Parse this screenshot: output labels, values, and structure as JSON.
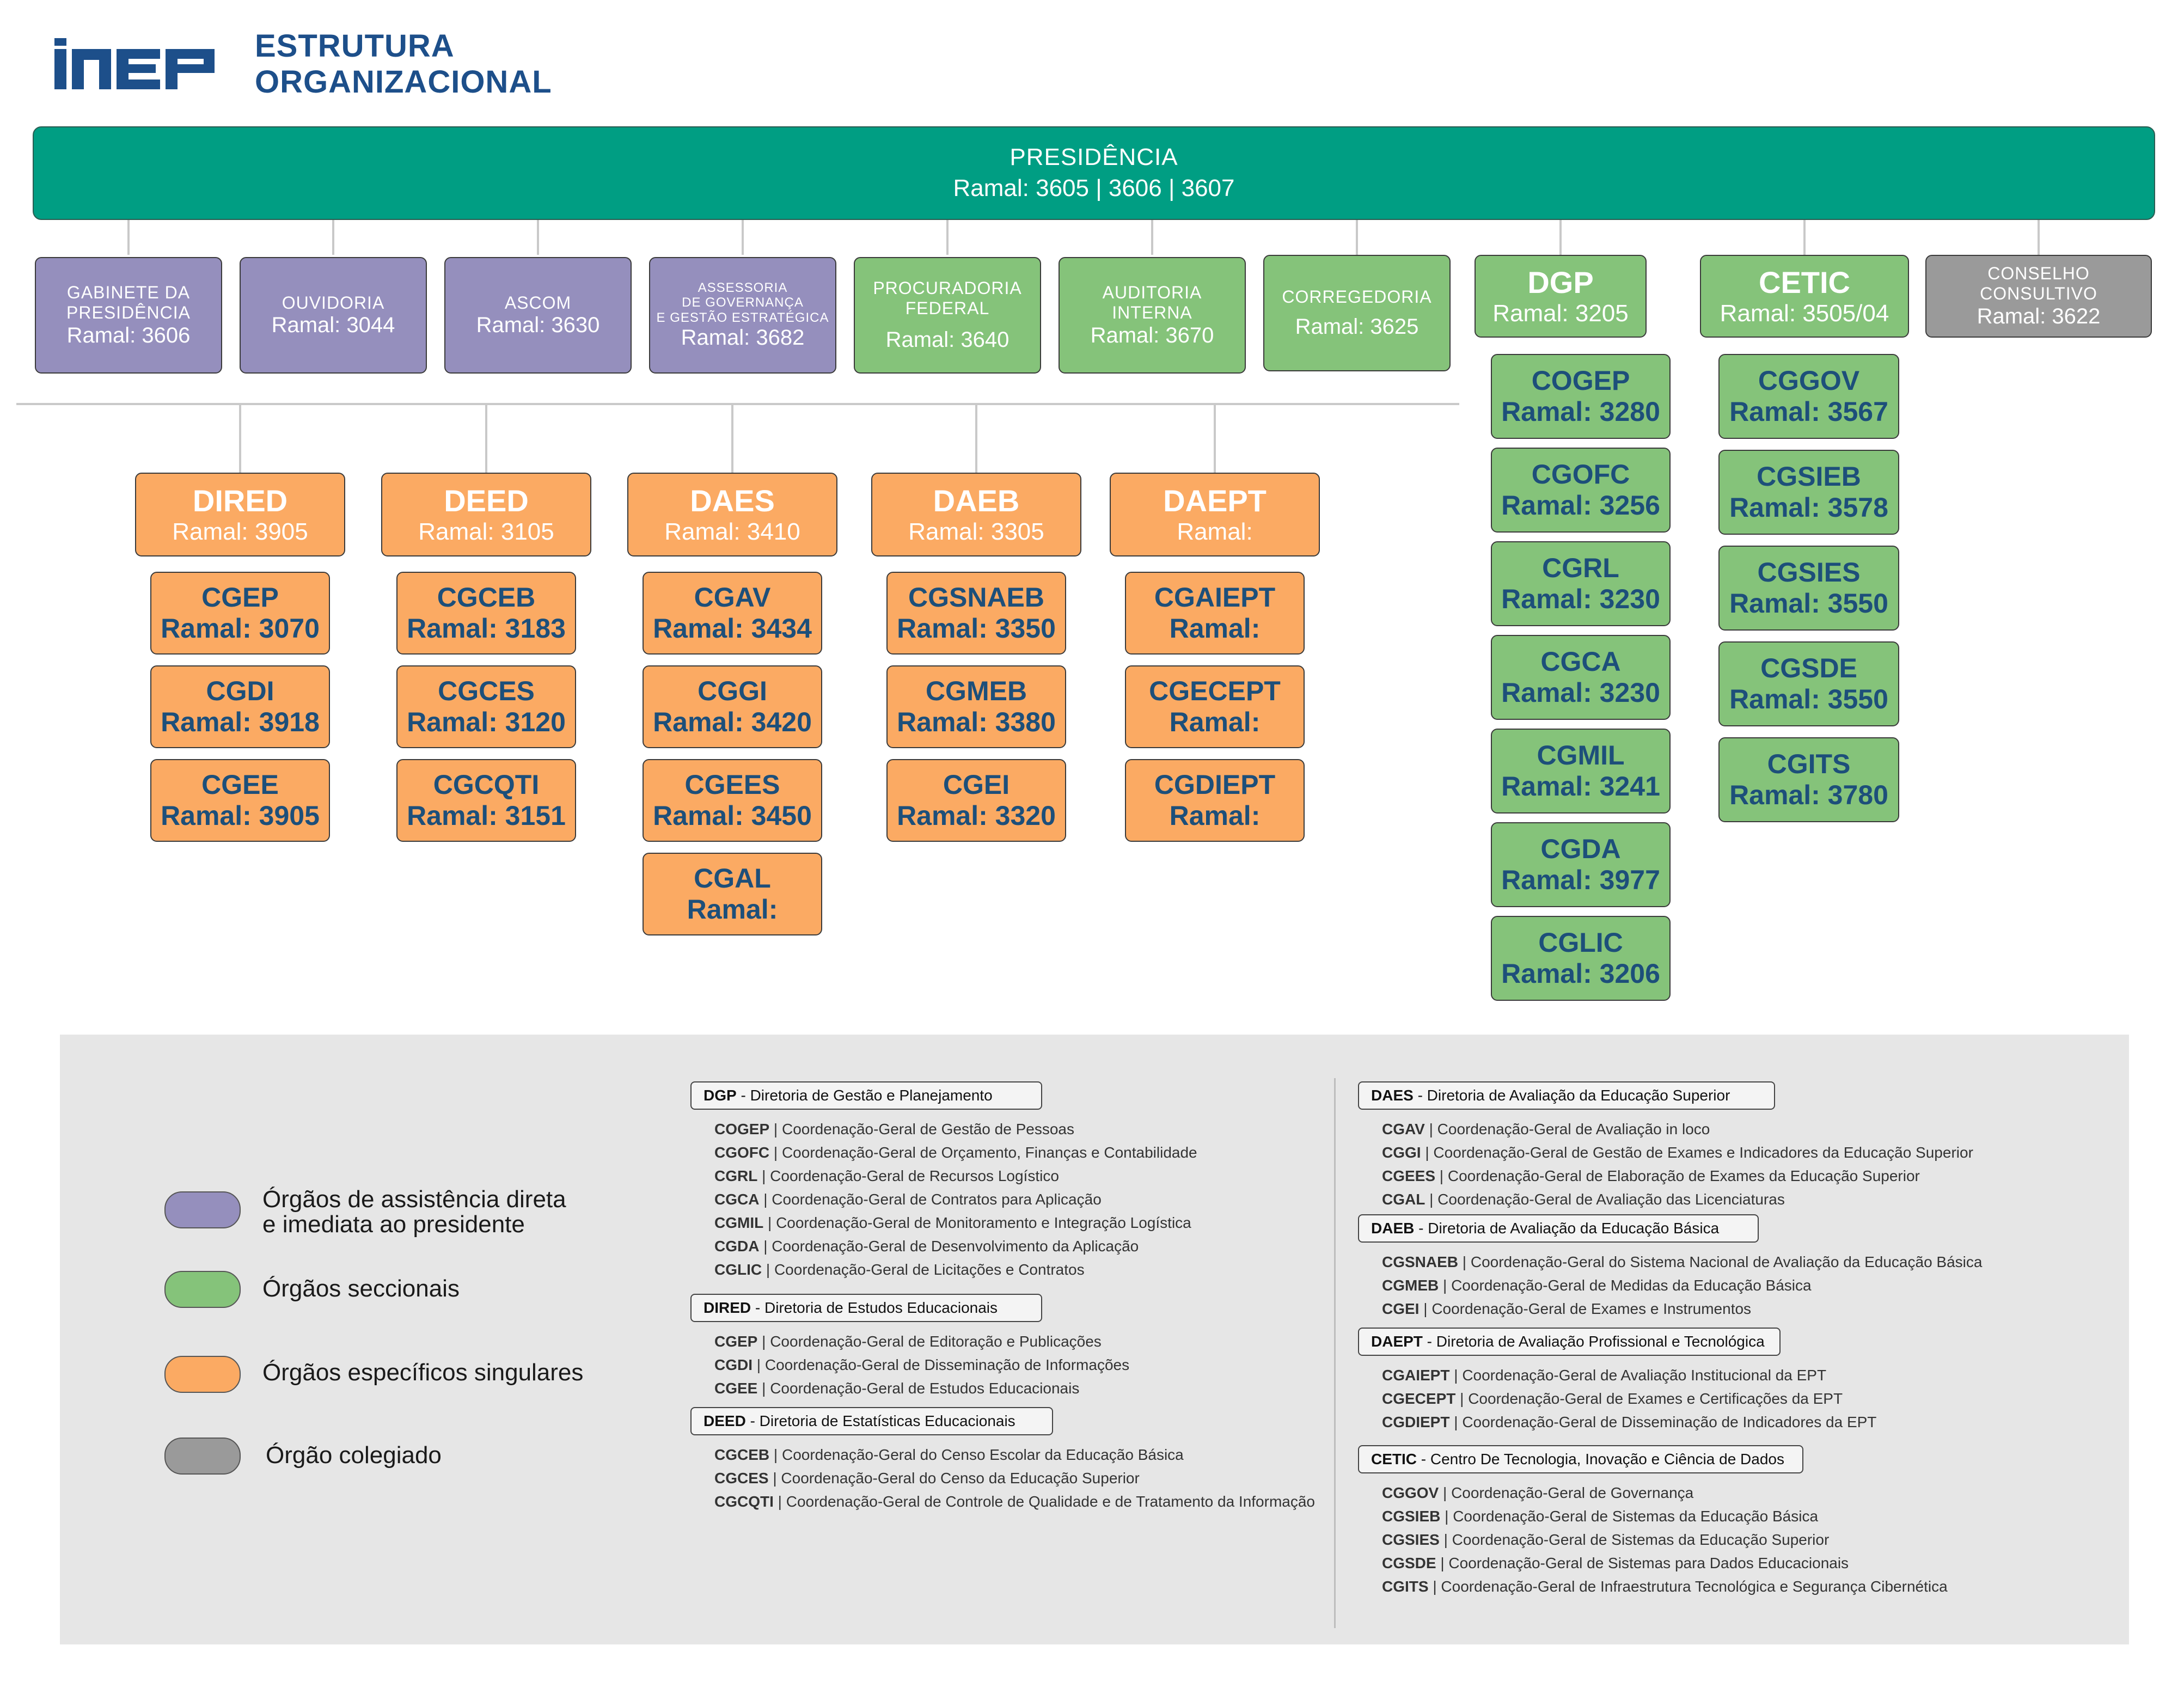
{
  "header": {
    "logo_text": "INEP",
    "title_line1": "ESTRUTURA",
    "title_line2": "ORGANIZACIONAL"
  },
  "colors": {
    "presidencia": "#009e83",
    "assistencia": "#958fbd",
    "seccionais": "#85c37a",
    "especificos": "#fbaa63",
    "colegiado": "#9a9a9a",
    "brand_blue": "#1d4f8a"
  },
  "presidencia": {
    "name": "PRESIDÊNCIA",
    "ramal": "Ramal: 3605 | 3606 | 3607"
  },
  "top_units": [
    {
      "lines": [
        "GABINETE DA",
        "PRESIDÊNCIA"
      ],
      "ramal": "Ramal: 3606"
    },
    {
      "lines": [
        "OUVIDORIA"
      ],
      "ramal": "Ramal: 3044"
    },
    {
      "lines": [
        "ASCOM"
      ],
      "ramal": "Ramal: 3630"
    },
    {
      "lines": [
        "ASSESSORIA",
        "DE GOVERNANÇA",
        "E GESTÃO ESTRATÉGICA"
      ],
      "ramal": "Ramal: 3682"
    },
    {
      "lines": [
        "PROCURADORIA",
        "FEDERAL"
      ],
      "ramal": "Ramal: 3640"
    },
    {
      "lines": [
        "AUDITORIA",
        "INTERNA"
      ],
      "ramal": "Ramal: 3670"
    },
    {
      "lines": [
        "CORREGEDORIA"
      ],
      "ramal": "Ramal: 3625"
    },
    {
      "lines": [
        "DGP"
      ],
      "ramal": "Ramal: 3205"
    },
    {
      "lines": [
        "CETIC"
      ],
      "ramal": "Ramal: 3505/04"
    },
    {
      "lines": [
        "CONSELHO",
        "CONSULTIVO"
      ],
      "ramal": "Ramal: 3622"
    }
  ],
  "directorates": [
    {
      "name": "DIRED",
      "ramal": "Ramal: 3905",
      "subs": [
        {
          "name": "CGEP",
          "ramal": "Ramal: 3070"
        },
        {
          "name": "CGDI",
          "ramal": "Ramal: 3918"
        },
        {
          "name": "CGEE",
          "ramal": "Ramal: 3905"
        }
      ]
    },
    {
      "name": "DEED",
      "ramal": "Ramal: 3105",
      "subs": [
        {
          "name": "CGCEB",
          "ramal": "Ramal: 3183"
        },
        {
          "name": "CGCES",
          "ramal": "Ramal: 3120"
        },
        {
          "name": "CGCQTI",
          "ramal": "Ramal: 3151"
        }
      ]
    },
    {
      "name": "DAES",
      "ramal": "Ramal: 3410",
      "subs": [
        {
          "name": "CGAV",
          "ramal": "Ramal: 3434"
        },
        {
          "name": "CGGI",
          "ramal": "Ramal: 3420"
        },
        {
          "name": "CGEES",
          "ramal": "Ramal: 3450"
        },
        {
          "name": "CGAL",
          "ramal": "Ramal:"
        }
      ]
    },
    {
      "name": "DAEB",
      "ramal": "Ramal: 3305",
      "subs": [
        {
          "name": "CGSNAEB",
          "ramal": "Ramal: 3350"
        },
        {
          "name": "CGMEB",
          "ramal": "Ramal: 3380"
        },
        {
          "name": "CGEI",
          "ramal": "Ramal: 3320"
        }
      ]
    },
    {
      "name": "DAEPT",
      "ramal": "Ramal:",
      "subs": [
        {
          "name": "CGAIEPT",
          "ramal": "Ramal:"
        },
        {
          "name": "CGECEPT",
          "ramal": "Ramal:"
        },
        {
          "name": "CGDIEPT",
          "ramal": "Ramal:"
        }
      ]
    }
  ],
  "dgp_subs": [
    {
      "name": "COGEP",
      "ramal": "Ramal: 3280"
    },
    {
      "name": "CGOFC",
      "ramal": "Ramal: 3256"
    },
    {
      "name": "CGRL",
      "ramal": "Ramal: 3230"
    },
    {
      "name": "CGCA",
      "ramal": "Ramal: 3230"
    },
    {
      "name": "CGMIL",
      "ramal": "Ramal: 3241"
    },
    {
      "name": "CGDA",
      "ramal": "Ramal: 3977"
    },
    {
      "name": "CGLIC",
      "ramal": "Ramal: 3206"
    }
  ],
  "cetic_subs": [
    {
      "name": "CGGOV",
      "ramal": "Ramal: 3567"
    },
    {
      "name": "CGSIEB",
      "ramal": "Ramal: 3578"
    },
    {
      "name": "CGSIES",
      "ramal": "Ramal: 3550"
    },
    {
      "name": "CGSDE",
      "ramal": "Ramal: 3550"
    },
    {
      "name": "CGITS",
      "ramal": "Ramal: 3780"
    }
  ],
  "legend": [
    {
      "color": "#958fbd",
      "lines": [
        "Órgãos de assistência direta",
        "e imediata ao presidente"
      ]
    },
    {
      "color": "#85c37a",
      "lines": [
        "Órgãos seccionais"
      ]
    },
    {
      "color": "#fbaa63",
      "lines": [
        "Órgãos específicos singulares"
      ]
    },
    {
      "color": "#9a9a9a",
      "lines": [
        "Órgão colegiado"
      ]
    }
  ],
  "glossary_left": [
    {
      "abbr": "DGP",
      "desc": " - Diretoria de Gestão e Planejamento",
      "items": [
        [
          "COGEP",
          "Coordenação-Geral de Gestão de Pessoas"
        ],
        [
          "CGOFC",
          "Coordenação-Geral de Orçamento, Finanças e Contabilidade"
        ],
        [
          "CGRL",
          "Coordenação-Geral de Recursos Logístico"
        ],
        [
          "CGCA",
          "Coordenação-Geral de Contratos para Aplicação"
        ],
        [
          "CGMIL",
          "Coordenação-Geral de Monitoramento e Integração Logística"
        ],
        [
          "CGDA",
          "Coordenação-Geral de Desenvolvimento da Aplicação"
        ],
        [
          "CGLIC",
          "Coordenação-Geral de Licitações e Contratos"
        ]
      ]
    },
    {
      "abbr": "DIRED",
      "desc": " - Diretoria de Estudos Educacionais",
      "items": [
        [
          "CGEP",
          "Coordenação-Geral de Editoração e Publicações"
        ],
        [
          "CGDI",
          "Coordenação-Geral de Disseminação de Informações"
        ],
        [
          "CGEE",
          "Coordenação-Geral de Estudos Educacionais"
        ]
      ]
    },
    {
      "abbr": "DEED",
      "desc": " - Diretoria de Estatísticas Educacionais",
      "items": [
        [
          "CGCEB",
          "Coordenação-Geral do Censo Escolar da Educação Básica"
        ],
        [
          "CGCES",
          "Coordenação-Geral do Censo da Educação Superior"
        ],
        [
          "CGCQTI",
          "Coordenação-Geral de Controle de Qualidade e de Tratamento da Informação"
        ]
      ]
    }
  ],
  "glossary_right": [
    {
      "abbr": "DAES",
      "desc": " - Diretoria de Avaliação da Educação Superior",
      "items": [
        [
          "CGAV",
          "Coordenação-Geral de Avaliação in loco"
        ],
        [
          "CGGI",
          "Coordenação-Geral de Gestão de Exames e Indicadores da Educação Superior"
        ],
        [
          "CGEES",
          "Coordenação-Geral de Elaboração de Exames da Educação Superior"
        ],
        [
          "CGAL",
          "Coordenação-Geral de Avaliação das Licenciaturas"
        ]
      ]
    },
    {
      "abbr": "DAEB",
      "desc": " - Diretoria de Avaliação da Educação Básica",
      "items": [
        [
          "CGSNAEB",
          "Coordenação-Geral do Sistema Nacional de Avaliação da Educação Básica"
        ],
        [
          "CGMEB",
          "Coordenação-Geral de Medidas da Educação Básica"
        ],
        [
          "CGEI",
          "Coordenação-Geral de Exames e Instrumentos"
        ]
      ]
    },
    {
      "abbr": "DAEPT",
      "desc": " - Diretoria de Avaliação Profissional e Tecnológica",
      "items": [
        [
          "CGAIEPT",
          "Coordenação-Geral de Avaliação Institucional da EPT"
        ],
        [
          "CGECEPT",
          "Coordenação-Geral de Exames e Certificações da EPT"
        ],
        [
          "CGDIEPT",
          "Coordenação-Geral de Disseminação de Indicadores da EPT"
        ]
      ]
    },
    {
      "abbr": "CETIC",
      "desc": " - Centro De Tecnologia, Inovação e Ciência de Dados",
      "items": [
        [
          "CGGOV",
          "Coordenação-Geral de Governança"
        ],
        [
          "CGSIEB",
          "Coordenação-Geral de Sistemas da Educação Básica"
        ],
        [
          "CGSIES",
          "Coordenação-Geral de Sistemas da Educação Superior"
        ],
        [
          "CGSDE",
          "Coordenação-Geral de Sistemas para Dados Educacionais"
        ],
        [
          "CGITS",
          "Coordenação-Geral de Infraestrutura Tecnológica e Segurança Cibernética"
        ]
      ]
    }
  ]
}
